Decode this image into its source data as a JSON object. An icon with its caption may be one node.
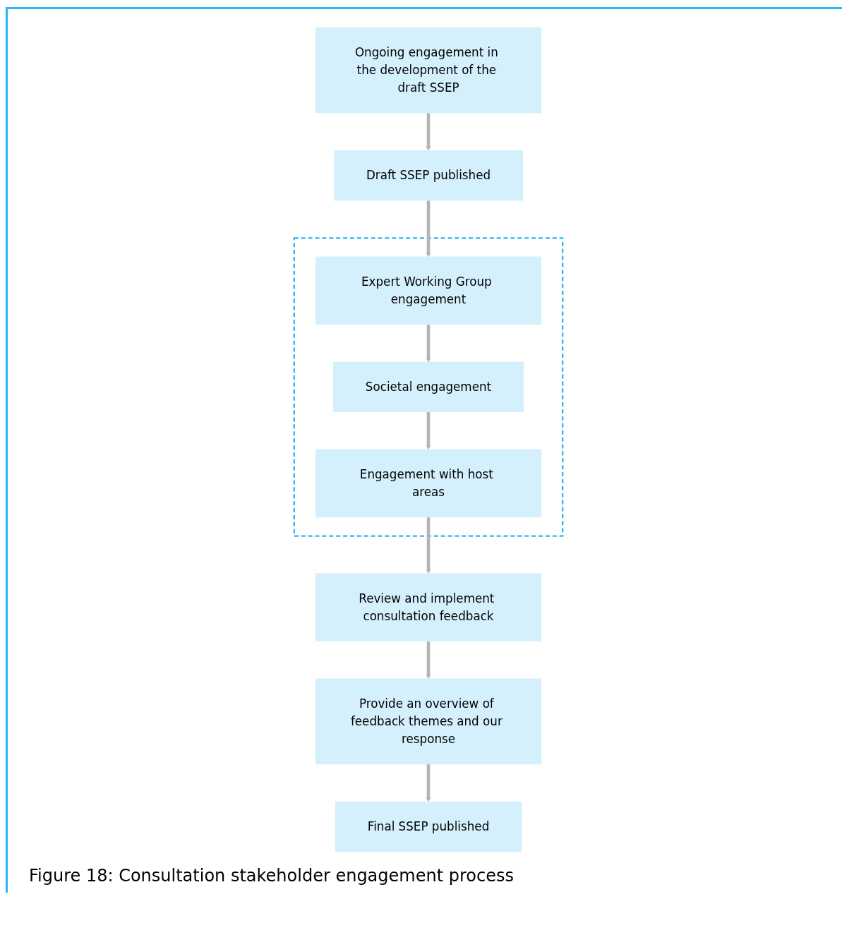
{
  "diagram": {
    "caption": "Figure 18: Consultation stakeholder engagement process",
    "nodes": [
      {
        "text": [
          "Ongoing engagement in the development of the draft SSEP"
        ]
      },
      {
        "text": [
          "Draft SSEP published"
        ]
      },
      {
        "text": [],
        "shape": "box"
      },
      {
        "text": [
          "Societal engagement"
        ],
        "in": 2
      },
      {
        "text": [
          "Expert Working Group engagement"
        ],
        "in": 2
      },
      {
        "text": [
          "Engagement with host areas"
        ],
        "in": 2
      },
      {
        "text": [
          "Review and implement consultation feedback"
        ]
      },
      {
        "text": [
          "Final SSEP published"
        ]
      },
      {
        "text": [
          "Provide an overview of feedback themes and our response"
        ]
      }
    ],
    "edges": [
      {
        "from": 0,
        "to": 1,
        "arrow": "to"
      },
      {
        "from": 1,
        "to": 4,
        "arrow": "to"
      },
      {
        "from": 4,
        "to": 3,
        "arrow": "to"
      },
      {
        "from": 3,
        "to": 5,
        "arrow": "to"
      },
      {
        "from": 5,
        "to": 6,
        "arrow": "to"
      },
      {
        "from": 6,
        "to": 8,
        "arrow": "to"
      },
      {
        "from": 8,
        "to": 7,
        "arrow": "to"
      }
    ]
  }
}
